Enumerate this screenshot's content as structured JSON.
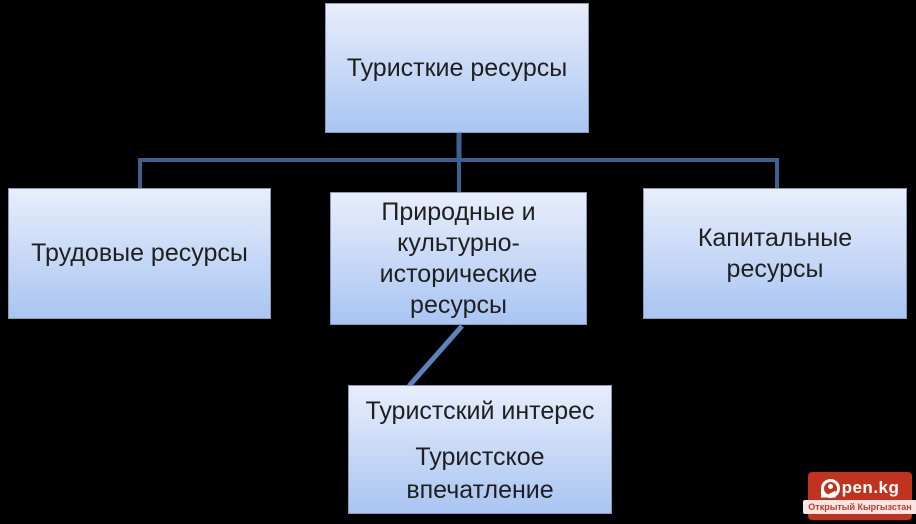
{
  "diagram": {
    "nodes": {
      "root": {
        "lines": [
          "Туристкие ресурсы"
        ]
      },
      "labor": {
        "lines": [
          "Трудовые ресурсы"
        ]
      },
      "natural": {
        "lines": [
          "Природные и",
          "культурно-",
          "исторические",
          "ресурсы"
        ]
      },
      "capital": {
        "lines": [
          "Капитальные",
          "ресурсы"
        ]
      },
      "interest": {
        "lines": [
          "Туристский интерес",
          "Туристское",
          "впечатление"
        ]
      }
    }
  },
  "logo": {
    "brand": "pen.kg",
    "tagline": "Открытый Кыргызстан"
  },
  "colors": {
    "background": "#000000",
    "box_fill_top": "#e8eefb",
    "box_fill_bottom": "#a9c5f2",
    "box_border": "#8c9ab8",
    "text": "#1f1f1f",
    "connector": "#3c618e",
    "branch_line": "#5b83bd",
    "logo_bg": "#c1321f",
    "logo_text": "#ffffff",
    "logo_band_bg": "#f7e6e4",
    "logo_band_text": "#c43a28"
  }
}
